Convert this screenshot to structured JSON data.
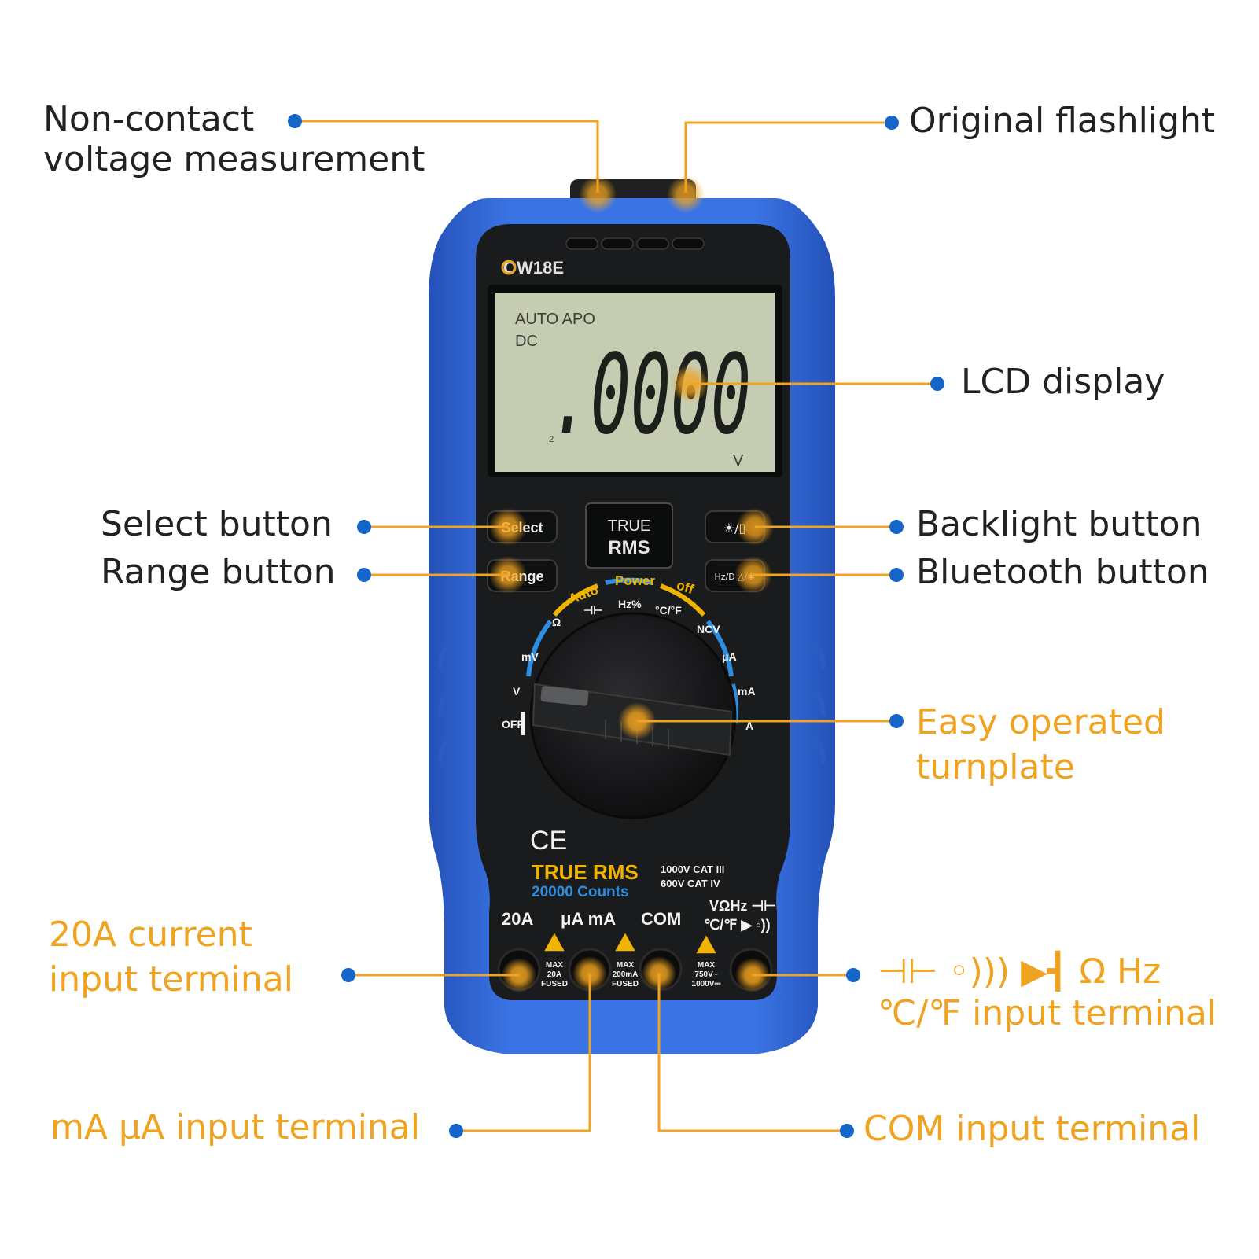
{
  "colors": {
    "body_blue": "#2f66d6",
    "face_black": "#1a1b1c",
    "accent_orange": "#f0a320",
    "dot_blue": "#1466c8",
    "lcd_green": "#c6ccb2",
    "label_dark": "#222222"
  },
  "callouts": {
    "ncv": {
      "line1": "Non-contact",
      "line2": "voltage measurement"
    },
    "flashlight": {
      "line1": "Original flashlight"
    },
    "lcd": {
      "line1": "LCD display"
    },
    "select": {
      "line1": "Select button"
    },
    "range": {
      "line1": "Range button"
    },
    "backlight": {
      "line1": "Backlight button"
    },
    "bluetooth": {
      "line1": "Bluetooth button"
    },
    "turnplate": {
      "line1": "Easy operated",
      "line2": "turnplate"
    },
    "a20": {
      "line1": "20A current",
      "line2": "input terminal"
    },
    "vterm": {
      "line1": "⊣⊢ ◦))) ▶┫ Ω Hz",
      "line2": "℃/℉ input terminal"
    },
    "maua": {
      "line1": "mA μA input terminal"
    },
    "com": {
      "line1": "COM input terminal"
    }
  },
  "device": {
    "model": "OW18E",
    "lcd": {
      "auto_apo": "AUTO APO",
      "dc": "DC",
      "reading": ".0000",
      "unit": "V",
      "small": "2"
    },
    "buttons": {
      "select": "Select",
      "range": "Range",
      "true_rms_line1": "TRUE",
      "true_rms_line2": "RMS",
      "backlight": "☀/▯",
      "bluetooth": "Hz/D △/✱"
    },
    "dial": {
      "arc_auto": "Auto",
      "arc_power": "Power",
      "arc_off": "off",
      "off": "OFF",
      "v": "V",
      "mv": "mV",
      "ohm": "Ω",
      "cap": "⊣⊢",
      "hz": "Hz%",
      "temp": "°C/°F",
      "ncv": "NCV",
      "ua": "μA",
      "ma": "mA",
      "a": "A"
    },
    "ce": "CE",
    "true_rms": "TRUE RMS",
    "counts": "20000 Counts",
    "cat": {
      "line1": "1000V CAT III",
      "line2": "600V CAT IV"
    },
    "terminals": {
      "a20": "20A",
      "uama": "μA mA",
      "com": "COM",
      "vohm_line1": "VΩHz ⊣⊢",
      "vohm_line2": "℃/℉ ▶ ◦))"
    },
    "fuse_notes": {
      "a20": {
        "l1": "MAX",
        "l2": "20A",
        "l3": "FUSED"
      },
      "ma": {
        "l1": "MAX",
        "l2": "200mA",
        "l3": "FUSED"
      },
      "v": {
        "l1": "MAX",
        "l2": "750V~",
        "l3": "1000V⎓"
      }
    }
  }
}
